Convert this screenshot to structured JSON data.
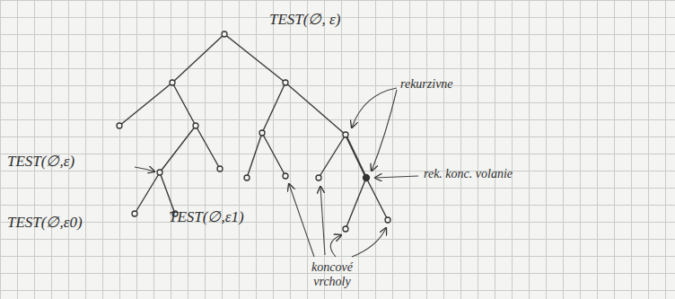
{
  "diagram": {
    "labels": [
      "TEST(∅, ε)",
      "TEST(∅,ε)",
      "TEST(∅,ε0)",
      "TEST(∅,ε1)",
      "rekurzivne",
      "rek. konc. volanie",
      "koncové vrcholy"
    ]
  }
}
